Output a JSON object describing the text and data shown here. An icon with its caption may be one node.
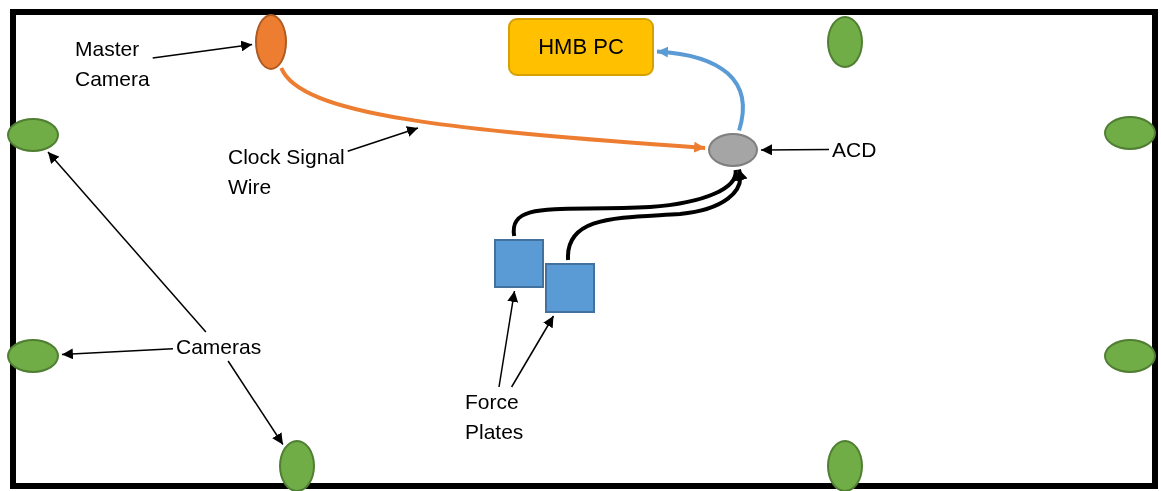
{
  "diagram": {
    "nodes": [
      {
        "text": [
          "Master Camera"
        ]
      },
      {
        "text": [],
        "shape": "ellipse"
      },
      {
        "text": [
          "HMB PC"
        ]
      },
      {
        "text": [],
        "shape": "ellipse"
      },
      {
        "text": [],
        "shape": "ellipse"
      },
      {
        "text": [],
        "shape": "ellipse"
      },
      {
        "text": [],
        "shape": "ellipse"
      },
      {
        "text": [
          "ACD"
        ]
      },
      {
        "text": [
          "Clock Signal Wire"
        ]
      },
      {
        "text": [],
        "shape": "box"
      },
      {
        "text": [],
        "shape": "box"
      },
      {
        "text": [
          "Cameras"
        ]
      },
      {
        "text": [],
        "shape": "ellipse"
      },
      {
        "text": [],
        "shape": "ellipse"
      },
      {
        "text": [
          "Force Plates"
        ]
      },
      {
        "text": [],
        "shape": "ellipse"
      },
      {
        "text": [],
        "shape": "ellipse"
      }
    ],
    "edges": [
      {
        "from": 0,
        "to": 1,
        "arrow": "to"
      },
      {
        "from": 1,
        "to": 6,
        "arrow": "to",
        "style": "thick",
        "color": "#ed7d31"
      },
      {
        "from": 6,
        "to": 2,
        "arrow": "to",
        "style": "thick",
        "color": "#5b9bd5"
      },
      {
        "from": 9,
        "to": 6,
        "arrow": "to",
        "style": "thick"
      },
      {
        "from": 10,
        "to": 6,
        "arrow": "to",
        "style": "thick"
      },
      {
        "from": 7,
        "to": 6,
        "arrow": "to"
      },
      {
        "from": 8,
        "to": null,
        "arrow": "to"
      },
      {
        "from": 11,
        "to": 4,
        "arrow": "to"
      },
      {
        "from": 11,
        "to": 12,
        "arrow": "to"
      },
      {
        "from": 11,
        "to": 15,
        "arrow": "to"
      },
      {
        "from": 14,
        "to": 9,
        "arrow": "to"
      },
      {
        "from": 14,
        "to": 10,
        "arrow": "to"
      }
    ]
  }
}
